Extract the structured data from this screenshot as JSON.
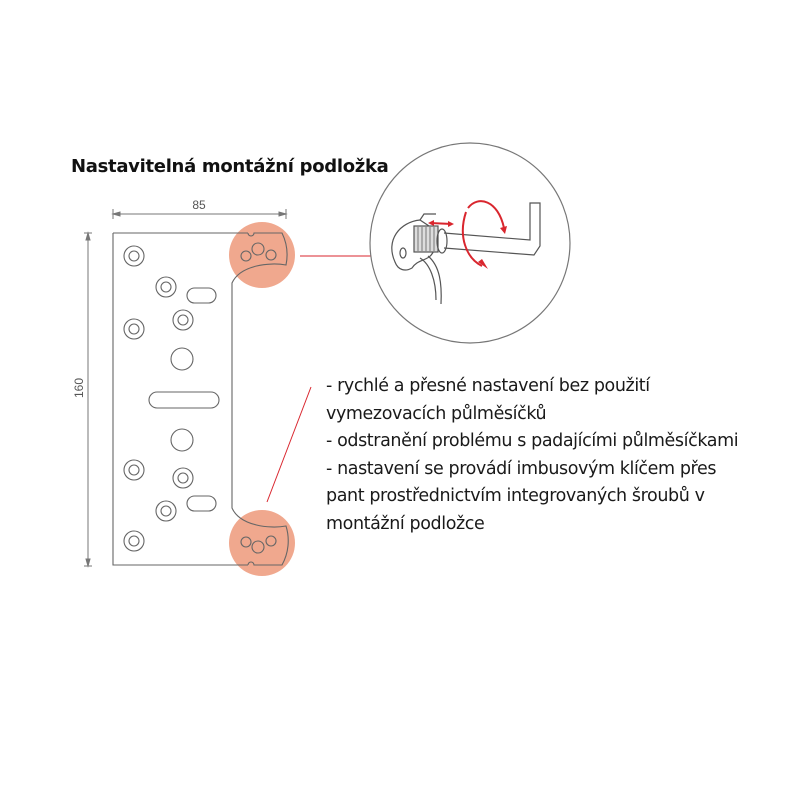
{
  "title": "Nastavitelná montážní podložka",
  "dimensions": {
    "width": "85",
    "height": "160"
  },
  "features": [
    "- rychlé a přesné nastavení bez použití",
    "vymezovacích půlměsíčků",
    "- odstranění problému s padajícími půlměsíčkami",
    "- nastavení se provádí imbusovým klíčem přes",
    "pant prostřednictvím integrovaných šroubů v",
    "montážní podložce"
  ],
  "colors": {
    "highlight": "#f0a88e",
    "accent": "#d9262e",
    "line": "#666666"
  }
}
